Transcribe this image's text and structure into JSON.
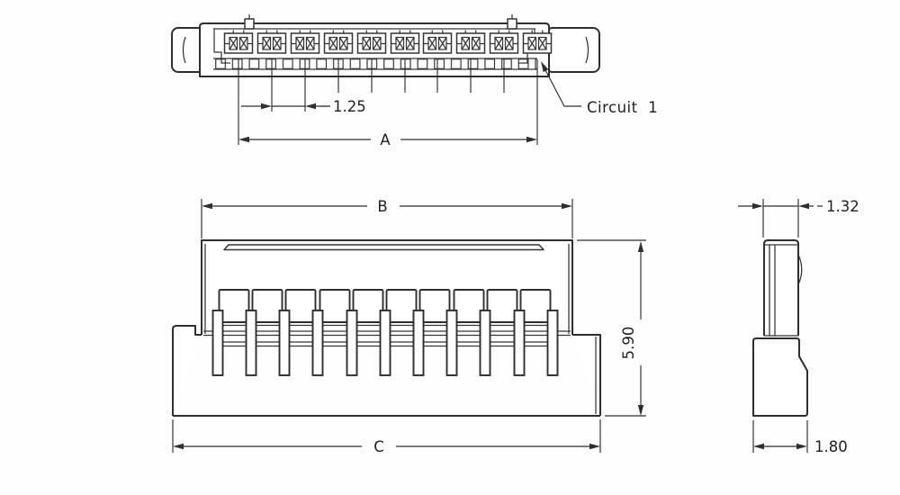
{
  "top_view": {
    "pitch_dim": "1.25",
    "span_dim": "A",
    "circuit_callout": "Circuit  1"
  },
  "front_view": {
    "top_width_dim": "B",
    "overall_width_dim": "C",
    "height_dim": "5.90"
  },
  "side_view": {
    "upper_width_dim": "1.32",
    "base_width_dim": "1.80"
  },
  "colors": {
    "line": "#2e2e2e",
    "background": "#ffffff"
  }
}
